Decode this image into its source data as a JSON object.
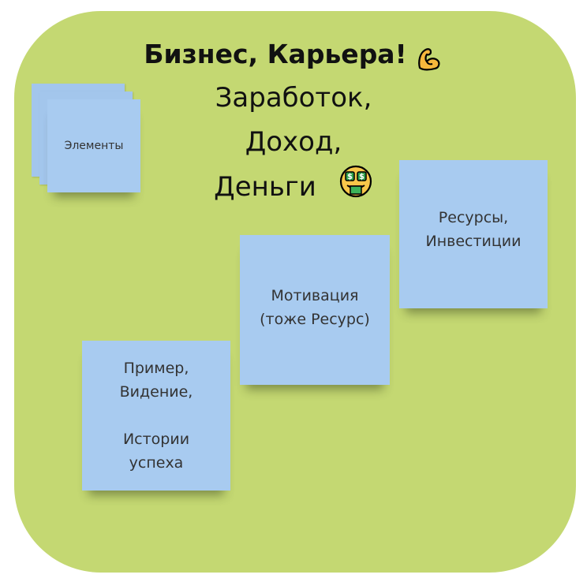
{
  "board": {
    "title": "Бизнес, Карьера!",
    "lines": [
      "Заработок,",
      "Доход,",
      "Деньги"
    ],
    "title_emoji": "flexed-biceps-icon",
    "money_emoji": "money-mouth-face-icon",
    "background_color": "#c4d872",
    "sticky_color": "#a8cbf0"
  },
  "stickies": {
    "elements": "Элементы",
    "resources": "Ресурсы,\nИнвестиции",
    "motivation": "Мотивация\n(тоже Ресурс)",
    "example": "Пример,\nВидение,\n\nИстории\nуспеха"
  }
}
